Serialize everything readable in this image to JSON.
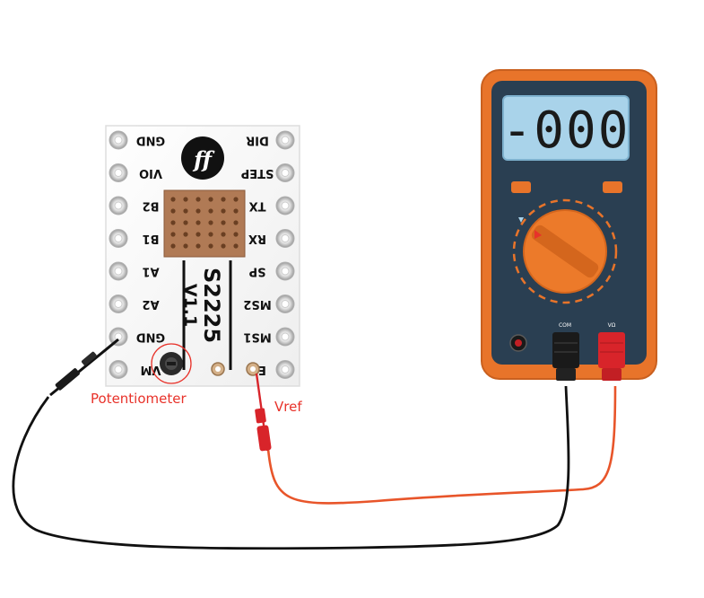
{
  "board": {
    "model": "S2225",
    "version": "V1.1",
    "left_pins": [
      "GND",
      "VIO",
      "B2",
      "B1",
      "A1",
      "A2",
      "GND",
      "VM"
    ],
    "right_pins": [
      "DIR",
      "STEP",
      "TX",
      "RX",
      "SP",
      "MS2",
      "MS1",
      "EN"
    ]
  },
  "labels": {
    "potentiometer": "Potentiometer",
    "vref": "Vref"
  },
  "multimeter": {
    "display": "-000",
    "com_label": "COM",
    "v_label": "VΩ"
  },
  "colors": {
    "meter_body": "#e8742a",
    "meter_face": "#2a3f52",
    "lcd": "#a9d3ea",
    "dial": "#ec7a2a",
    "probe_red": "#d8242a",
    "lead_red": "#e8552a",
    "lead_black": "#111111",
    "callout": "#e8322a"
  }
}
